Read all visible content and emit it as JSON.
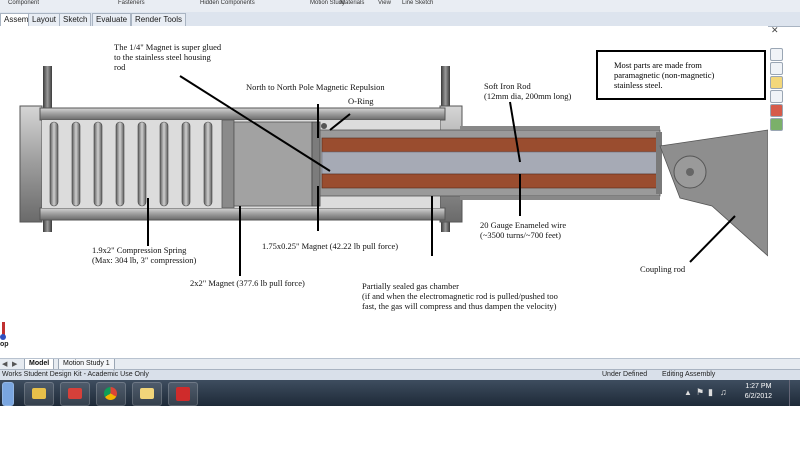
{
  "ribbon": {
    "items": [
      "Component",
      "Fasteners",
      "Hidden Components",
      "Motion Study",
      "Materials",
      "View",
      "Line Sketch"
    ]
  },
  "tabs": [
    {
      "label": "Assembly",
      "active": true
    },
    {
      "label": "Layout",
      "active": false
    },
    {
      "label": "Sketch",
      "active": false
    },
    {
      "label": "Evaluate",
      "active": false
    },
    {
      "label": "Render Tools",
      "active": false
    }
  ],
  "model_tabs": [
    {
      "label": "Model",
      "active": true
    },
    {
      "label": "Motion Study 1",
      "active": false
    }
  ],
  "status_bar": {
    "left": "Works Student Design Kit - Academic Use Only",
    "state": "Under Defined",
    "mode": "Editing Assembly"
  },
  "taskbar": {
    "time": "1:27 PM",
    "date": "6/2/2012",
    "apps": [
      "start-orb",
      "explorer",
      "media",
      "chrome",
      "files",
      "solidworks"
    ]
  },
  "triad_label": "op",
  "annotations": {
    "magnet_glue": [
      "The 1/4\" Magnet is super glued",
      "to the stainless steel housing",
      "rod"
    ],
    "repulsion": "North to North Pole Magnetic Repulsion",
    "oring": "O-Ring",
    "soft_iron": [
      "Soft Iron Rod",
      "(12mm dia, 200mm long)"
    ],
    "spring": [
      "1.9x2\" Compression Spring",
      "(Max: 304 lb, 3\" compression)"
    ],
    "small_magnet": "1.75x0.25\" Magnet (42.22 lb pull force)",
    "big_magnet": "2x2\" Magnet (377.6 lb pull force)",
    "wire": [
      "20 Gauge Enameled wire",
      "(~3500 turns/~700 feet)"
    ],
    "gas": [
      "Partially sealed gas chamber",
      "(if and when the electromagnetic rod is pulled/pushed too",
      "fast,  the gas will compress and thus dampen the velocity)"
    ],
    "coupling": "Coupling rod",
    "note": "Most parts are made from\nparamagnetic (non-magnetic)\nstainless steel."
  },
  "colors": {
    "steel": "#8d8d8d",
    "steel_light": "#b7b7b7",
    "steel_dark": "#555555",
    "coil": "#9a4d2f",
    "iron_rod": "#a4a8b2"
  }
}
